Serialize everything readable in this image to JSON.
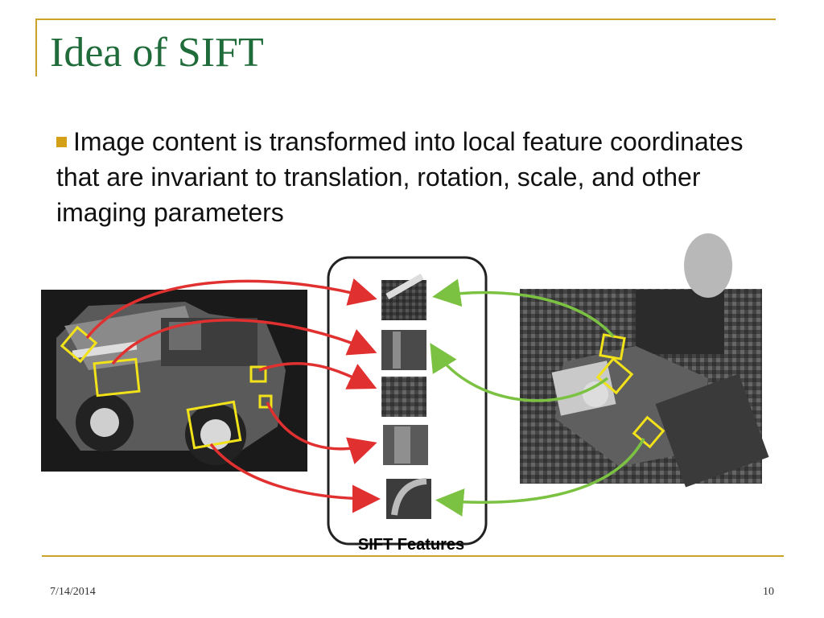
{
  "slide": {
    "title": "Idea of SIFT",
    "bullet": "Image content is transformed into local feature coordinates that are invariant to translation, rotation, scale, and other imaging parameters",
    "caption": "SIFT Features",
    "date": "7/14/2014",
    "page_number": "10"
  },
  "colors": {
    "title": "#1f6b3a",
    "accent": "#c9a227",
    "bullet": "#d4a017",
    "red_arrow": "#e03030",
    "green_arrow": "#7cc242",
    "feature_box": "#f2e21a"
  }
}
